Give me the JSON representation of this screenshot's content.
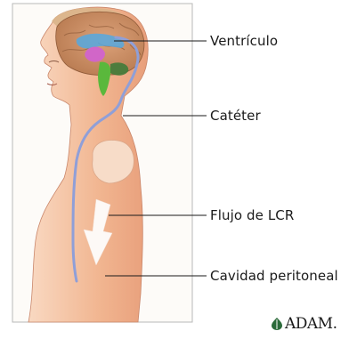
{
  "labels": {
    "ventricle": "Ventrículo",
    "catheter": "Catéter",
    "csf_flow": "Flujo de LCR",
    "peritoneal_cavity": "Cavidad peritoneal"
  },
  "logo": {
    "text": "ADAM.",
    "icon": "adam-leaf-icon"
  },
  "colors": {
    "skin": "#f2b48f",
    "catheter": "#8f9fd8",
    "ventricle": "#55a8e0",
    "brainstem": "#5ab83c",
    "brain": "#c78a5c"
  }
}
